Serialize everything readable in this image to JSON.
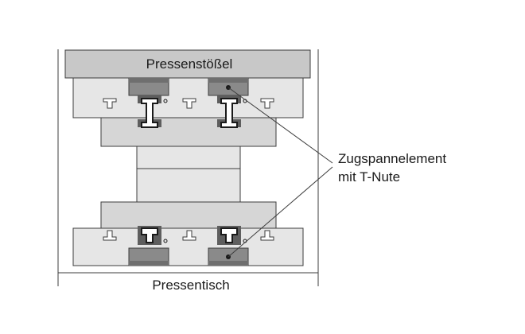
{
  "labels": {
    "ram": "Pressenstößel",
    "table": "Pressentisch",
    "callout_line1": "Zugspannelement",
    "callout_line2": "mit T-Nute"
  },
  "colors": {
    "plate": "#e6e6e6",
    "ram_plate": "#c8c8c8",
    "die_plate": "#d6d6d6",
    "clamp": "#8a8a8a",
    "clamp_dark": "#5e5e5e",
    "line": "#3c3c3c"
  }
}
